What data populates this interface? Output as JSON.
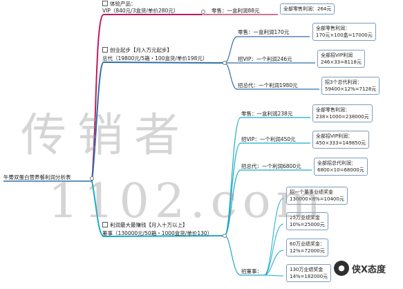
{
  "root": {
    "title": "牛蒡双蛋白营养餐利润分析表"
  },
  "branches": [
    {
      "color": "#c2185b",
      "label": [
        "体验产品：",
        "VIP（840元/3盒货/单价280元）"
      ],
      "children": [
        {
          "label": "零售：一盒利润88元",
          "box": [
            "全部零售利润：264元"
          ]
        }
      ]
    },
    {
      "color": "#2e6fa8",
      "label": [
        "创业起步【月入万元起步】",
        "总代（19800元/5箱・100盒货/单价198元）"
      ],
      "children": [
        {
          "label": "零售：一盒利润170元",
          "box": [
            "全部零售利润：",
            "170元×100盒=17000元"
          ]
        },
        {
          "label": "招VIP：一个利润246元",
          "box": [
            "全部招VIP利润",
            "246×33=8118元"
          ]
        },
        {
          "label": "招总代：一个利润1980元",
          "box": [
            "招3个总代利润：",
            "59400×12%=7128元"
          ]
        }
      ]
    },
    {
      "color": "#1aa9c9",
      "label": [
        "利润最大最赚钱【月入十万以上】",
        "董事（130000元/50箱・1000盒货/单价130）"
      ],
      "children": [
        {
          "label": "零售：一盒利润238元",
          "box": [
            "全部零售利润：",
            "238×1000=238000元"
          ]
        },
        {
          "label": "招VIP：一个利润450元",
          "box": [
            "全部招VIP利润：",
            "450×333=149850元"
          ]
        },
        {
          "label": "招总代：一个利润6800元",
          "box": [
            "全部招总代利润：",
            "6800×10=68000元"
          ]
        },
        {
          "label": "招董事：",
          "boxes": [
            [
              "招一个董事业绩奖金",
              "130000×8%=10400元"
            ],
            [
              "25万业绩奖金",
              "10%=25000元"
            ],
            [
              "60万业绩奖金：",
              "12%=72000元"
            ],
            [
              "130万业绩奖金",
              "14%=182000元"
            ]
          ]
        }
      ]
    }
  ],
  "watermark": [
    "传销者",
    "1102.com"
  ],
  "brand": {
    "icon": "wechat-logo-icon",
    "text": "侠X态度"
  }
}
